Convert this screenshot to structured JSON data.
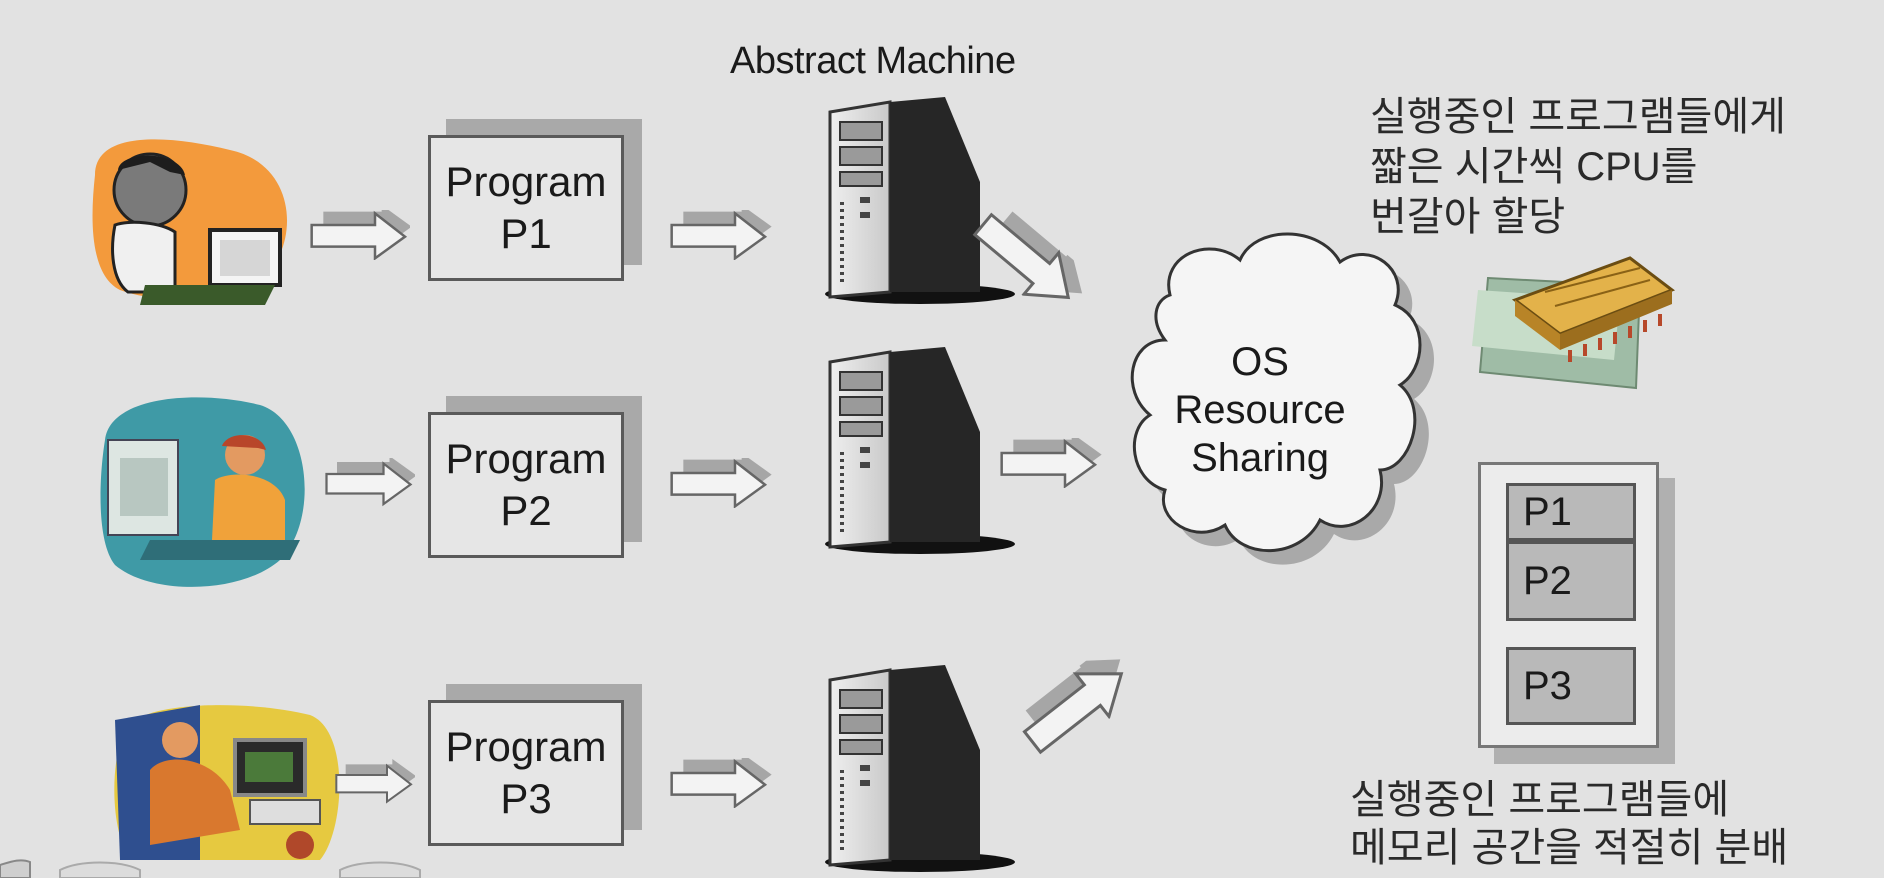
{
  "title": "Abstract Machine",
  "programs": [
    {
      "line1": "Program",
      "line2": "P1"
    },
    {
      "line1": "Program",
      "line2": "P2"
    },
    {
      "line1": "Program",
      "line2": "P3"
    }
  ],
  "cloud": {
    "line1": "OS",
    "line2": "Resource",
    "line3": "Sharing"
  },
  "cpu_note": {
    "line1": "실행중인 프로그램들에게",
    "line2": "짧은 시간씩 CPU를",
    "line3": "번갈아 할당"
  },
  "memory": {
    "cells": [
      "P1",
      "P2",
      "P3"
    ]
  },
  "memory_note": {
    "line1": "실행중인 프로그램들에",
    "line2": "메모리 공간을 적절히 분배"
  },
  "icons": [
    "user-at-computer-icon",
    "server-tower-icon",
    "cloud-icon",
    "cpu-chip-icon",
    "memory-block-icon",
    "arrow-icon"
  ]
}
